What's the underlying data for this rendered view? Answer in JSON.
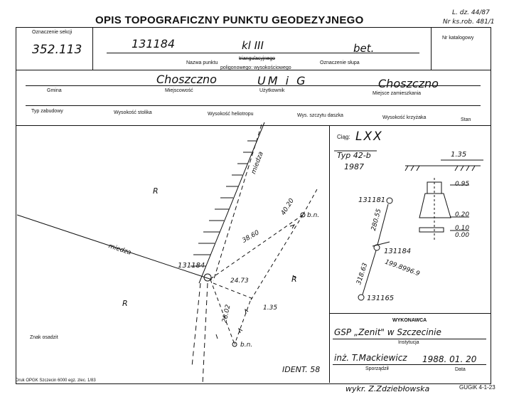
{
  "header": {
    "title": "OPIS TOPOGRAFICZNY PUNKTU GEODEZYJNEGO",
    "ref_ldz": "L. dz. 44/87",
    "ref_nr": "Nr ks.rob. 481/1"
  },
  "row1": {
    "sekcja_label": "Oznaczenie sekcji",
    "sekcja_value": "352.113",
    "numer_value": "131184",
    "nazwa_value": "kl III",
    "slup_value": "bet.",
    "nazwa_label": "Nazwa punktu",
    "trian_label": "triangulacyjnego",
    "polig_label": "poligonowego: wysokościowego",
    "slup_label": "Oznaczenie słupa",
    "katalog_label": "Nr katalogowy"
  },
  "row2": {
    "miejscowosc_value": "Choszczno",
    "uzytkownik_value": "UM i G",
    "zamieszkania_value": "Choszczno",
    "gmina_label": "Gmina",
    "miejscowosc_label": "Miejscowość",
    "uzytkownik_label": "Użytkownik",
    "zamieszkania_label": "Miejsce zamieszkania"
  },
  "row3": {
    "labels": [
      "Typ zabudowy",
      "Wysokość stolika",
      "Wysokość heliotropu",
      "Wys. szczytu daszka",
      "Wysokość krzyżaka",
      "Stan"
    ]
  },
  "sketch": {
    "miedza_1": "miedza",
    "miedza_2": "miedza",
    "r1": "R",
    "r2": "R",
    "r3": "R",
    "point_label": "131184",
    "d1": "40.20",
    "d2": "38.60",
    "d3": "24.73",
    "d4": "28.02",
    "d5": "1.35",
    "bn1": "b.n.",
    "bn2": "b.n.",
    "znak": "Znak osadzit",
    "ident": "IDENT. 58"
  },
  "ciag": {
    "label": "Ciąg:",
    "value": "LXX",
    "typ": "Typ 42-b",
    "year": "1987",
    "depth": "1.35",
    "p1": "131181",
    "p2": "131184",
    "p3": "131165",
    "c1": "280.55",
    "c2": "318.63",
    "c3": "199.8996.9",
    "h1": "0.95",
    "h2": "0.20",
    "h3": "0.10",
    "h4": "0.00"
  },
  "wykonawca": {
    "title": "WYKONAWCA",
    "instytucja_value": "GSP „Zenit\" w Szczecinie",
    "instytucja_label": "Instytucja",
    "sporzadzil_value": "inż. T.Mackiewicz",
    "data_value": "1988. 01. 20",
    "sporzadzil_label": "Sporządził",
    "data_label": "Data"
  },
  "footer": {
    "print": "Druk OPGK Szczecin 6000 egz. zlec. 1/83",
    "wykr": "wykr. Z.Zdziebłowska",
    "gugik": "GUGiK 4-1-23"
  }
}
